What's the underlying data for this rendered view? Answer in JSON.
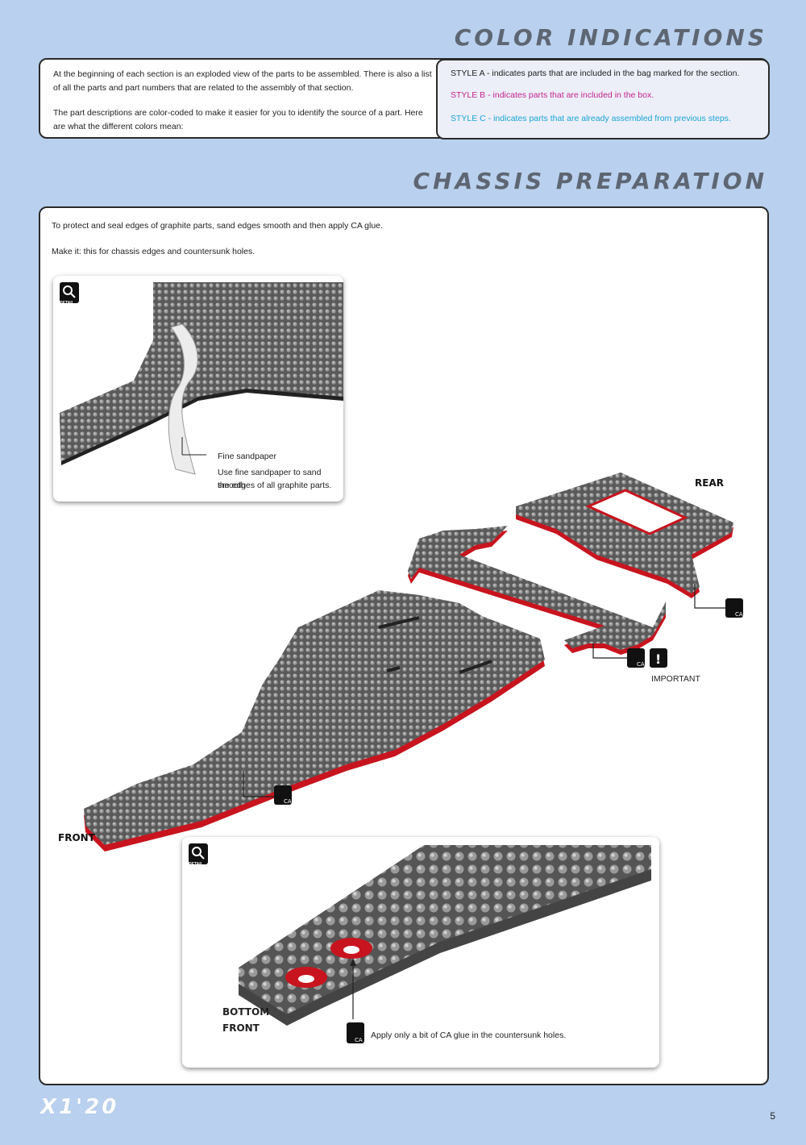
{
  "header": {
    "title": "COLOR INDICATIONS"
  },
  "intro": {
    "paragraph1": "At the beginning of each section is an exploded view of the parts to be assembled. There is also a list of all the parts and part numbers that are related to the assembly of that section.",
    "paragraph2": "The part descriptions are color-coded to make it easier for you to identify the source of a part. Here are what the different colors mean:"
  },
  "styles": {
    "a": {
      "text": "STYLE A - indicates parts that are included in the bag marked for the section.",
      "color": "#222222"
    },
    "b": {
      "text": "STYLE B - indicates parts that are included in the box.",
      "color": "#c4258f"
    },
    "c": {
      "text": "STYLE C - indicates parts that are already assembled from previous steps.",
      "color": "#19a6d6"
    }
  },
  "section": {
    "title": "CHASSIS PREPARATION",
    "instruction1": "To protect and seal edges of graphite parts, sand edges smooth and then apply CA glue.",
    "instruction2": "Make it: this for chassis edges and countersunk holes."
  },
  "detail1": {
    "icon_label": "DETAIL",
    "caption_title": "Fine sandpaper",
    "caption_line1": "Use fine sandpaper to sand smooth",
    "caption_line2": "the edges of all graphite parts."
  },
  "main_view": {
    "rear_label": "REAR",
    "front_label": "FRONT",
    "important_label": "IMPORTANT",
    "ca_label": "CA",
    "important_mark": "!"
  },
  "detail2": {
    "icon_label": "DETAIL",
    "bottom_label": "BOTTOM",
    "front_label": "FRONT",
    "caption": "Apply only a bit of CA glue in the countersunk holes.",
    "ca_label": "CA"
  },
  "footer": {
    "logo": "X1'20",
    "page_number": "5"
  },
  "colors": {
    "background": "#b9d1ee",
    "title_gray": "#5e6673",
    "edge_red": "#c8141e",
    "graphite": "#6e6e6e"
  }
}
